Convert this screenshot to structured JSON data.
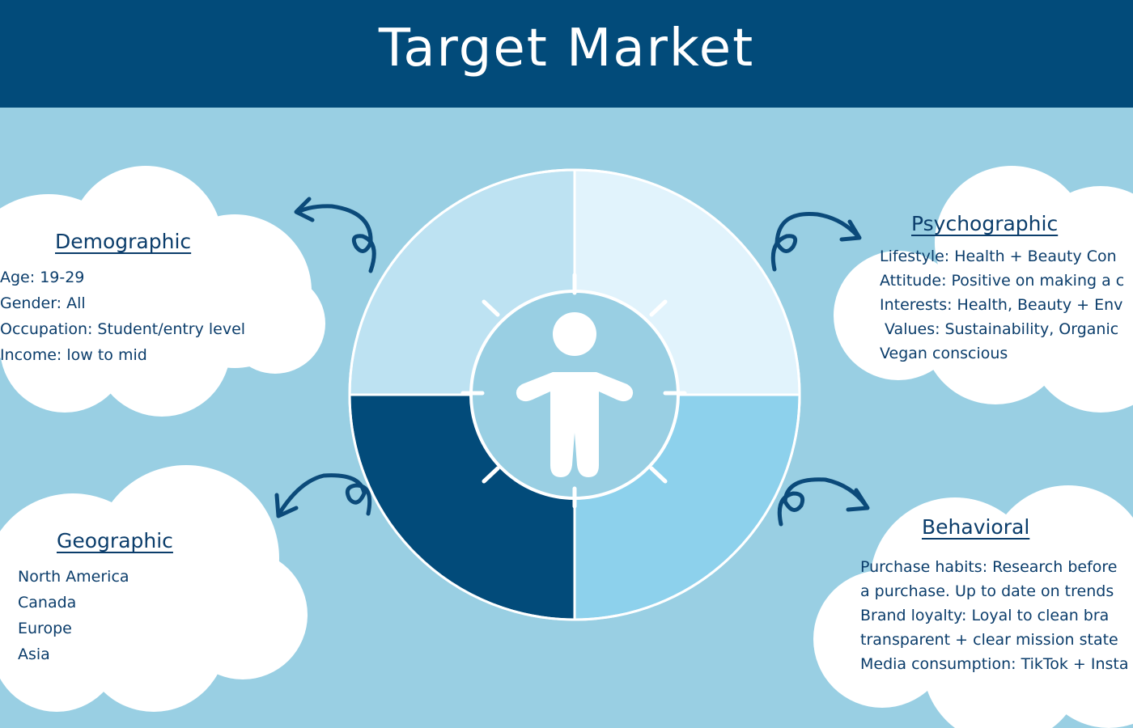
{
  "title": "Target Market",
  "colors": {
    "header": "#024b7a",
    "background": "#99cfe3",
    "text_dark": "#0b3d6b",
    "quadrant_top_left": "#bde2f2",
    "quadrant_top_right": "#e1f3fc",
    "quadrant_bottom_left": "#024b7a",
    "quadrant_bottom_right": "#8dd1ec",
    "center": "#99cfe3"
  },
  "icons": {
    "center": "person-icon",
    "arrows": "curved-arrow-icon"
  },
  "segments": {
    "demographic": {
      "title": "Demographic",
      "lines": [
        "Age: 19-29",
        "Gender: All",
        "Occupation: Student/entry level",
        "Income: low to mid"
      ]
    },
    "psychographic": {
      "title": "Psychographic",
      "lines": [
        "Lifestyle: Health + Beauty Con",
        "Attitude: Positive on making a c",
        "Interests: Health, Beauty + Env",
        " Values: Sustainability, Organic",
        "Vegan conscious"
      ]
    },
    "geographic": {
      "title": "Geographic",
      "lines": [
        "North America",
        "Canada",
        "Europe",
        "Asia"
      ]
    },
    "behavioral": {
      "title": "Behavioral",
      "lines": [
        "Purchase habits: Research before",
        "a purchase. Up to date on trends",
        "Brand loyalty: Loyal to clean bra",
        "transparent + clear mission state",
        "Media consumption: TikTok + Insta"
      ]
    }
  }
}
